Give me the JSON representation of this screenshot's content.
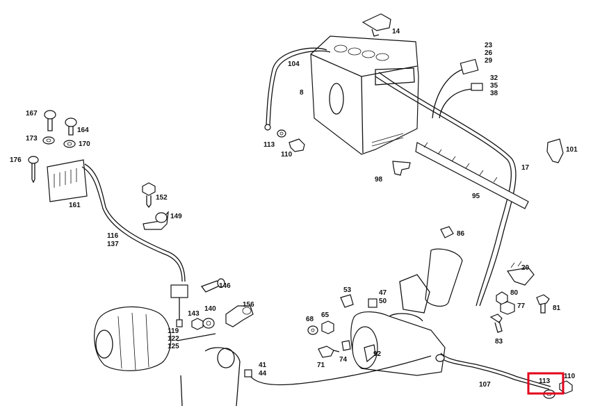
{
  "diagram": {
    "labels": {
      "l14": "14",
      "l23": "23",
      "l26": "26",
      "l29": "29",
      "l104": "104",
      "l8": "8",
      "l32": "32",
      "l35": "35",
      "l38": "38",
      "l167": "167",
      "l164": "164",
      "l173": "173",
      "l170": "170",
      "l176": "176",
      "l113a": "113",
      "l110a": "110",
      "l101": "101",
      "l17": "17",
      "l98": "98",
      "l95": "95",
      "l161": "161",
      "l152": "152",
      "l149": "149",
      "l116": "116",
      "l137": "137",
      "l86": "86",
      "l20": "20",
      "l80": "80",
      "l77": "77",
      "l81": "81",
      "l83": "83",
      "l146": "146",
      "l156": "156",
      "l143": "143",
      "l140": "140",
      "l119": "119",
      "l122": "122",
      "l125": "125",
      "l53": "53",
      "l47": "47",
      "l50": "50",
      "l68": "68",
      "l65": "65",
      "l71": "71",
      "l74": "74",
      "l92": "92",
      "l41": "41",
      "l44": "44",
      "l107": "107",
      "l113b": "113",
      "l110b": "110"
    },
    "highlight_color": "#e3001b",
    "highlighted_part": "113"
  }
}
